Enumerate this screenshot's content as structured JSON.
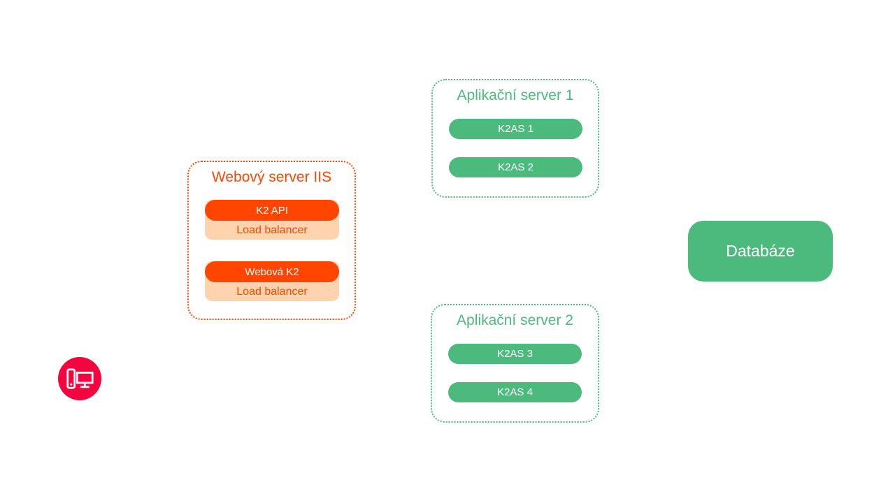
{
  "colors": {
    "orange": "#ff4500",
    "peach": "#ffd3ad",
    "green": "#4dba7d",
    "pink": "#f4053f",
    "white": "#ffffff"
  },
  "client": {
    "icon": "devices-icon"
  },
  "web_server": {
    "title": "Webový server IIS",
    "groups": [
      {
        "service": "K2 API",
        "balancer": "Load balancer"
      },
      {
        "service": "Webová K2",
        "balancer": "Load balancer"
      }
    ]
  },
  "app_servers": [
    {
      "title": "Aplikační server 1",
      "nodes": [
        "K2AS 1",
        "K2AS 2"
      ]
    },
    {
      "title": "Aplikační server 2",
      "nodes": [
        "K2AS 3",
        "K2AS 4"
      ]
    }
  ],
  "database": {
    "label": "Databáze"
  }
}
